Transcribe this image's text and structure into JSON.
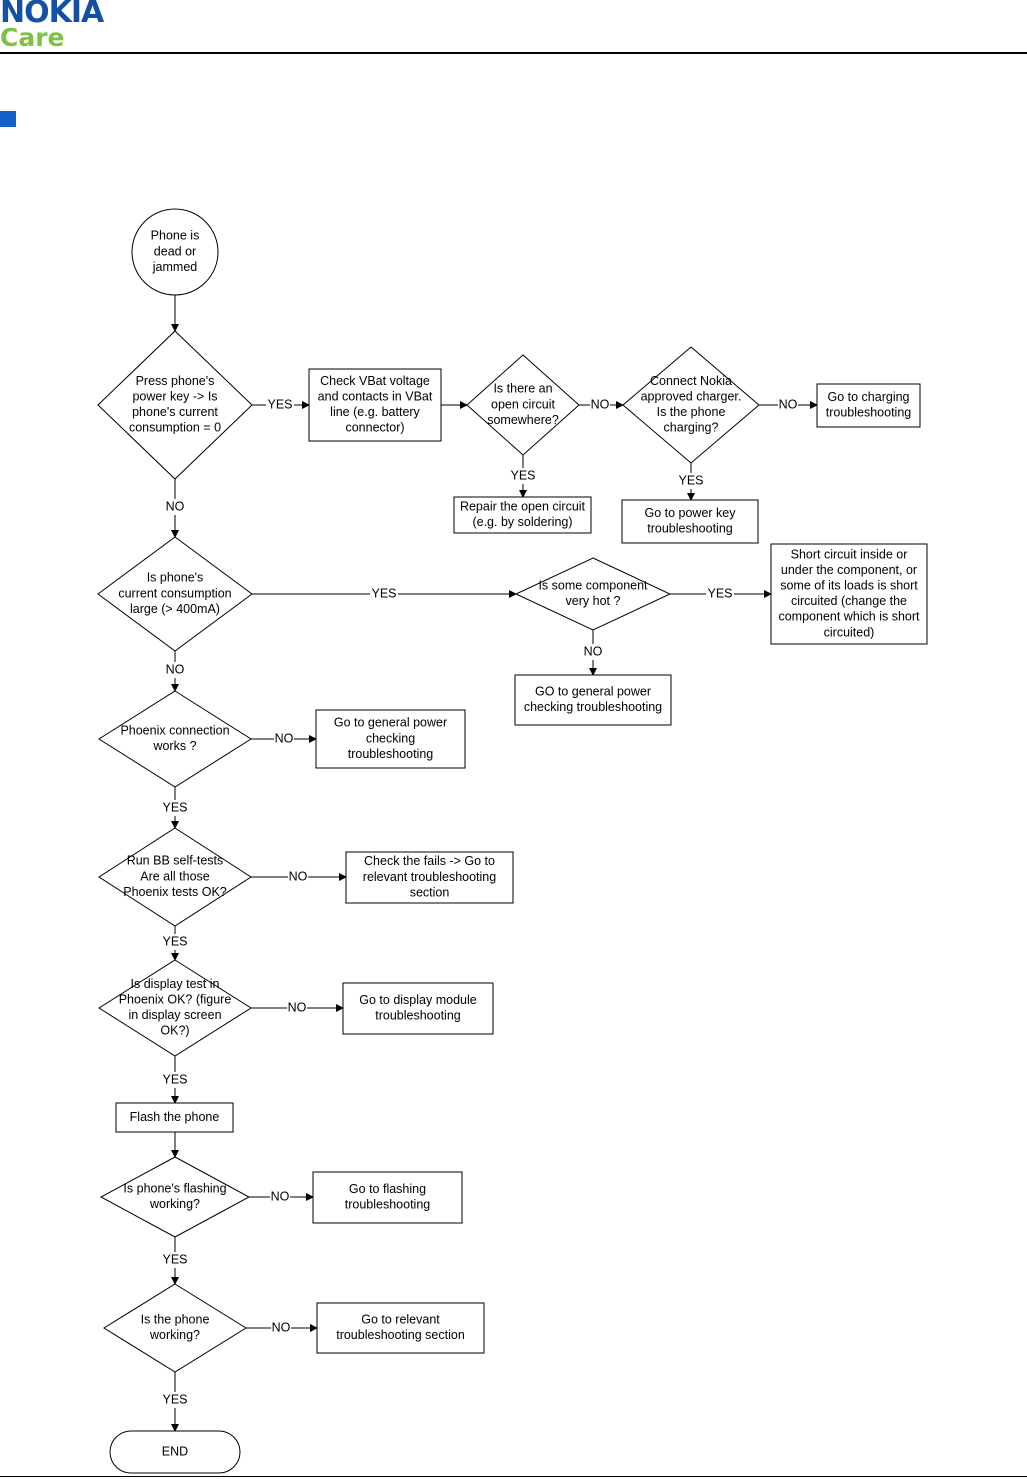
{
  "header": {
    "logo_top": "NOKIA",
    "logo_bottom": "Care",
    "brand_blue": "#1451a6",
    "brand_green": "#7ec243",
    "section_marker_color": "#1461c7"
  },
  "flowchart": {
    "start": [
      "Phone is",
      "dead or",
      "jammed"
    ],
    "d_power_key": [
      "Press phone's",
      "power key -> Is",
      "phone's current",
      "consumption = 0"
    ],
    "b_check_vbat": [
      "Check VBat voltage",
      "and contacts in VBat",
      "line (e.g. battery",
      "connector)"
    ],
    "d_open_circuit": [
      "Is there an",
      "open circuit",
      "somewhere?"
    ],
    "b_repair": [
      "Repair the open circuit",
      "(e.g. by soldering)"
    ],
    "d_charger": [
      "Connect Nokia",
      "approved charger.",
      "Is the phone",
      "charging?"
    ],
    "b_charging_ts": [
      "Go to charging",
      "troubleshooting"
    ],
    "b_power_key_ts": [
      "Go to power key",
      "troubleshooting"
    ],
    "d_large_current": [
      "Is phone's",
      "current consumption",
      "large (> 400mA)"
    ],
    "d_component_hot": [
      "Is some component",
      "very hot ?"
    ],
    "b_short_circuit": [
      "Short circuit inside or",
      "under the component, or",
      "some of its loads is short",
      "circuited (change the",
      "component which is short",
      "circuited)"
    ],
    "b_general_power_1": [
      "GO to general power",
      "checking troubleshooting"
    ],
    "d_phoenix": [
      "Phoenix connection",
      "works ?"
    ],
    "b_general_power_2": [
      "Go to general power",
      "checking",
      "troubleshooting"
    ],
    "d_bb_selftests": [
      "Run BB self-tests",
      "Are all those",
      "Phoenix tests OK?"
    ],
    "b_check_fails": [
      "Check the fails -> Go to",
      "relevant troubleshooting",
      "section"
    ],
    "d_display": [
      "Is display test in",
      "Phoenix OK? (figure",
      "in display screen",
      "OK?)"
    ],
    "b_display_ts": [
      "Go to display module",
      "troubleshooting"
    ],
    "b_flash": [
      "Flash the phone"
    ],
    "d_flashing": [
      "Is phone's flashing",
      "working?"
    ],
    "b_flashing_ts": [
      "Go to flashing",
      "troubleshooting"
    ],
    "d_working": [
      "Is the phone",
      "working?"
    ],
    "b_relevant_ts": [
      "Go to relevant",
      "troubleshooting section"
    ],
    "end": [
      "END"
    ],
    "yes_label": "YES",
    "no_label": "NO"
  }
}
